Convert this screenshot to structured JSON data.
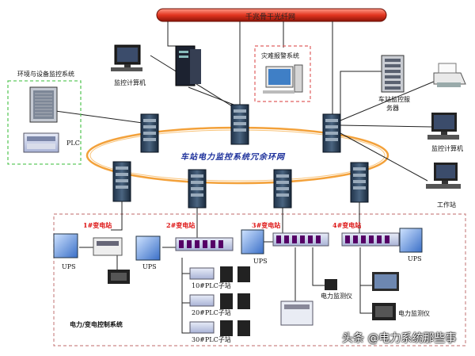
{
  "backbone": {
    "label": "千兆骨干光纤网"
  },
  "ring": {
    "label": "车站电力监控系统冗余环网"
  },
  "top_devices": {
    "env_monitor": "环境与设备监控系统",
    "plc": "PLC",
    "monitor_pc_top": "监控计算机",
    "alarm_system": "灾难报警系统",
    "station_server_1": "车站监控服",
    "station_server_2": "务器",
    "monitor_pc_right": "监控计算机",
    "workstation": "工作站"
  },
  "stations": [
    "1#变电站",
    "2#变电站",
    "3#变电站",
    "4#变电站"
  ],
  "bottom_devices": {
    "ups_1": "UPS",
    "ups_2": "UPS",
    "ups_3": "UPS",
    "ups_4": "UPS",
    "plc_sub_10": "10#PLC子站",
    "plc_sub_20": "20#PLC子站",
    "plc_sub_30": "30#PLC子站",
    "power_meter_1": "电力监测仪",
    "power_meter_2": "电力监测仪",
    "control_system": "电力/变电控制系统"
  },
  "watermark": "头条 @电力系统那些事"
}
